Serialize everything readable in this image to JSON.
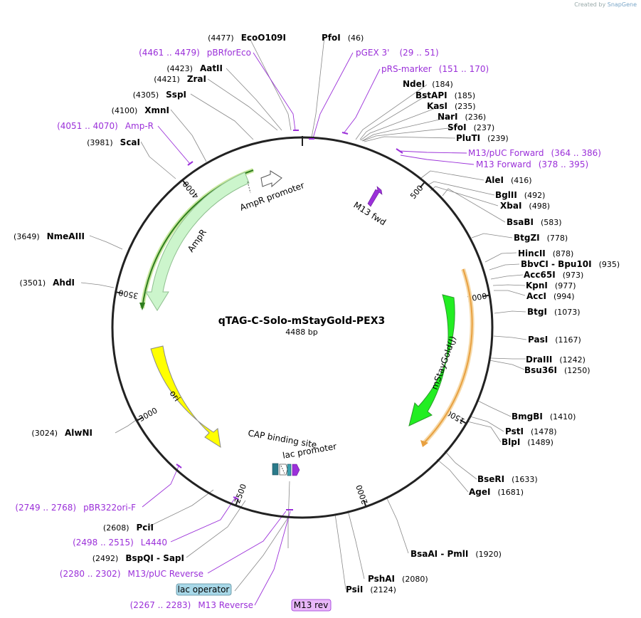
{
  "watermark": {
    "created_by": "Created by",
    "brand": "SnapGene"
  },
  "plasmid": {
    "name": "qTAG-C-Solo-mStayGold-PEX3",
    "length_label": "4488 bp",
    "length": 4488
  },
  "ticks": [
    "500",
    "1000",
    "1500",
    "2000",
    "2500",
    "3000",
    "3500",
    "4000"
  ],
  "enzymes": [
    {
      "name": "EcoO109I",
      "pos": "(4477)"
    },
    {
      "name": "PfoI",
      "pos": "(46)"
    },
    {
      "name": "NdeI",
      "pos": "(184)"
    },
    {
      "name": "BstAPI",
      "pos": "(185)"
    },
    {
      "name": "KasI",
      "pos": "(235)"
    },
    {
      "name": "NarI",
      "pos": "(236)"
    },
    {
      "name": "SfoI",
      "pos": "(237)"
    },
    {
      "name": "PluTI",
      "pos": "(239)"
    },
    {
      "name": "AleI",
      "pos": "(416)"
    },
    {
      "name": "BglII",
      "pos": "(492)"
    },
    {
      "name": "XbaI",
      "pos": "(498)"
    },
    {
      "name": "BsaBI",
      "pos": "(583)"
    },
    {
      "name": "BtgZI",
      "pos": "(778)"
    },
    {
      "name": "HincII",
      "pos": "(878)"
    },
    {
      "name": "BbvCI - Bpu10I",
      "pos": "(935)"
    },
    {
      "name": "Acc65I",
      "pos": "(973)"
    },
    {
      "name": "KpnI",
      "pos": "(977)"
    },
    {
      "name": "AccI",
      "pos": "(994)"
    },
    {
      "name": "BtgI",
      "pos": "(1073)"
    },
    {
      "name": "PasI",
      "pos": "(1167)"
    },
    {
      "name": "DraIII",
      "pos": "(1242)"
    },
    {
      "name": "Bsu36I",
      "pos": "(1250)"
    },
    {
      "name": "BmgBI",
      "pos": "(1410)"
    },
    {
      "name": "PstI",
      "pos": "(1478)"
    },
    {
      "name": "BlpI",
      "pos": "(1489)"
    },
    {
      "name": "BseRI",
      "pos": "(1633)"
    },
    {
      "name": "AgeI",
      "pos": "(1681)"
    },
    {
      "name": "BsaAI - PmlI",
      "pos": "(1920)"
    },
    {
      "name": "PshAI",
      "pos": "(2080)"
    },
    {
      "name": "PsiI",
      "pos": "(2124)"
    },
    {
      "name": "PciI",
      "pos": "(2608)"
    },
    {
      "name": "BspQI - SapI",
      "pos": "(2492)"
    },
    {
      "name": "AlwNI",
      "pos": "(3024)"
    },
    {
      "name": "AhdI",
      "pos": "(3501)"
    },
    {
      "name": "NmeAIII",
      "pos": "(3649)"
    },
    {
      "name": "ScaI",
      "pos": "(3981)"
    },
    {
      "name": "XmnI",
      "pos": "(4100)"
    },
    {
      "name": "SspI",
      "pos": "(4305)"
    },
    {
      "name": "ZraI",
      "pos": "(4421)"
    },
    {
      "name": "AatII",
      "pos": "(4423)"
    }
  ],
  "primers": [
    {
      "name": "pBRforEco",
      "range": "(4461 .. 4479)"
    },
    {
      "name": "pGEX 3'",
      "range": "(29 .. 51)"
    },
    {
      "name": "pRS-marker",
      "range": "(151 .. 170)"
    },
    {
      "name": "M13/pUC Forward",
      "range": "(364 .. 386)"
    },
    {
      "name": "M13 Forward",
      "range": "(378 .. 395)"
    },
    {
      "name": "Amp-R",
      "range": "(4051 .. 4070)"
    },
    {
      "name": "pBR322ori-F",
      "range": "(2749 .. 2768)"
    },
    {
      "name": "L4440",
      "range": "(2498 .. 2515)"
    },
    {
      "name": "M13/pUC Reverse",
      "range": "(2280 .. 2302)"
    },
    {
      "name": "M13 Reverse",
      "range": "(2267 .. 2283)"
    }
  ],
  "features": {
    "ampr": "AmpR",
    "ampr_promoter": "AmpR promoter",
    "ori": "ori",
    "mstaygold": "mStayGold(J)",
    "cap_site": "CAP binding site",
    "lac_promoter": "lac promoter",
    "m13_fwd": "M13 fwd",
    "lac_operator": "lac operator",
    "m13_rev": "M13 rev"
  },
  "colors": {
    "primer": "#9b30d9",
    "ampr_fill": "#ccf5cc",
    "ampr_outline": "#8fbf8f",
    "ampr_cds_track": "#2e7d1e",
    "ori_fill": "#ffff00",
    "mstaygold_fill": "#22ee22",
    "mstaygold_track": "#e8a040",
    "lac_operator_bg": "#a8d8e8",
    "m13_rev_bg": "#e8b8f8"
  }
}
